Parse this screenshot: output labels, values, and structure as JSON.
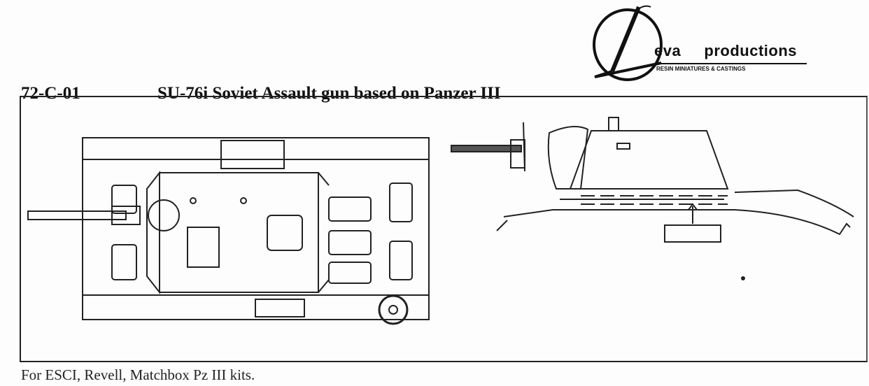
{
  "header": {
    "code": "72-C-01",
    "title": "SU-76i Soviet Assault gun based on Panzer III"
  },
  "logo": {
    "name": "eva  productions",
    "tagline": "RESIN MINIATURES & CASTINGS"
  },
  "footer": {
    "note": "For ESCI, Revell, Matchbox Pz III kits."
  }
}
